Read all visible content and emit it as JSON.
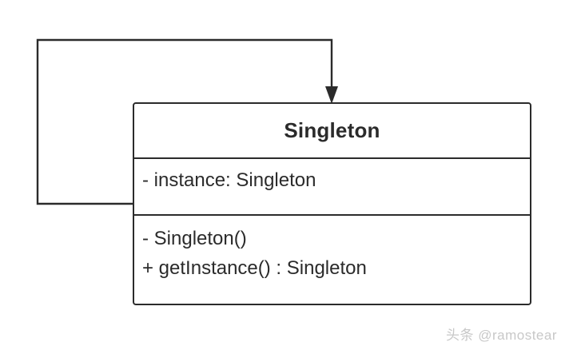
{
  "diagram": {
    "type": "uml-class-diagram",
    "background_color": "#ffffff",
    "stroke_color": "#2b2b2b",
    "text_color": "#2b2b2b",
    "classes": [
      {
        "name": "Singleton",
        "attributes": [
          "- instance: Singleton"
        ],
        "methods": [
          "- Singleton()",
          "+ getInstance() : Singleton"
        ]
      }
    ],
    "relationships": [
      {
        "kind": "self-association",
        "from": "Singleton",
        "to": "Singleton",
        "arrowhead": "open-arrow",
        "routing": "left-up-right-down"
      }
    ]
  },
  "watermark": {
    "text": "头条 @ramostear",
    "color": "#c8c8c8"
  }
}
